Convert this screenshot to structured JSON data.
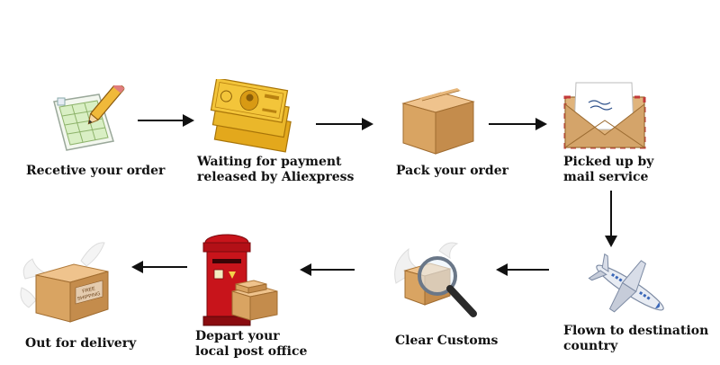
{
  "steps": [
    {
      "id": "receive",
      "lines": [
        "Recetive your order"
      ],
      "icon": "order-sheet-icon"
    },
    {
      "id": "payment",
      "lines": [
        "Waiting for payment",
        "released by Aliexpress"
      ],
      "icon": "banknotes-icon"
    },
    {
      "id": "pack",
      "lines": [
        "Pack your order"
      ],
      "icon": "box-icon"
    },
    {
      "id": "pickup",
      "lines": [
        "Picked up by",
        "mail service"
      ],
      "icon": "envelope-icon"
    },
    {
      "id": "flown",
      "lines": [
        "Flown to destination",
        "country"
      ],
      "icon": "airplane-icon"
    },
    {
      "id": "customs",
      "lines": [
        "Clear Customs"
      ],
      "icon": "magnifier-box-icon"
    },
    {
      "id": "depart",
      "lines": [
        "Depart your",
        "local post office"
      ],
      "icon": "postbox-icon"
    },
    {
      "id": "delivery",
      "lines": [
        "Out for delivery"
      ],
      "icon": "winged-box-icon"
    }
  ],
  "icon_text": {
    "free_shipping": [
      "FREE",
      "SHIPPING"
    ]
  },
  "colors": {
    "arrow": "#111111",
    "gold": "#e8b321",
    "box": "#d9a462",
    "postbox": "#c8141b"
  }
}
